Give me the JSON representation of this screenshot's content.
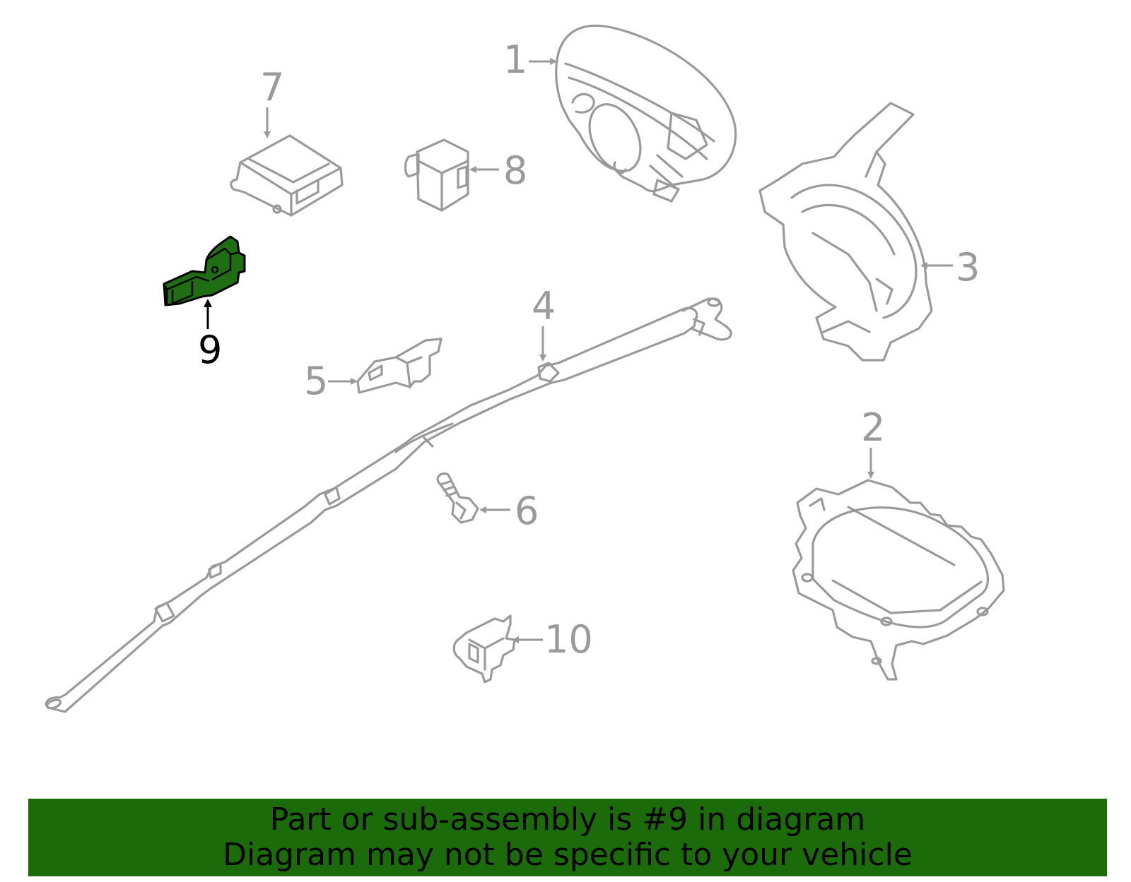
{
  "diagram": {
    "highlight_color": "#1b6b0b",
    "line_color": "#9a9a9a",
    "callouts": [
      {
        "id": "1",
        "label": "1"
      },
      {
        "id": "2",
        "label": "2"
      },
      {
        "id": "3",
        "label": "3"
      },
      {
        "id": "4",
        "label": "4"
      },
      {
        "id": "5",
        "label": "5"
      },
      {
        "id": "6",
        "label": "6"
      },
      {
        "id": "7",
        "label": "7"
      },
      {
        "id": "8",
        "label": "8"
      },
      {
        "id": "9",
        "label": "9",
        "highlighted": true
      },
      {
        "id": "10",
        "label": "10"
      }
    ]
  },
  "banner": {
    "line1": "Part or sub-assembly is #9 in diagram",
    "line2": "Diagram may not be specific to your vehicle"
  }
}
